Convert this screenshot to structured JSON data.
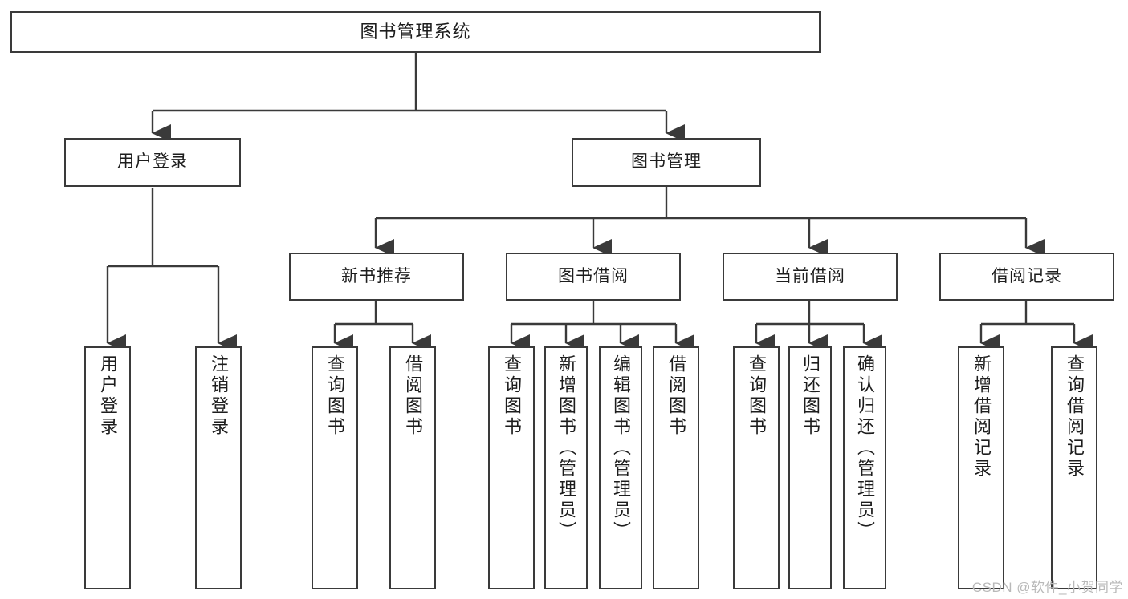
{
  "diagram": {
    "title": "图书管理系统",
    "watermark": "CSDN @软件_小贺同学",
    "colors": {
      "stroke": "#3a3a3a",
      "background": "#ffffff",
      "text": "#1d1d1d",
      "watermark": "#b9b9b9"
    },
    "root": {
      "label": "图书管理系统"
    },
    "level2": [
      {
        "label": "用户登录"
      },
      {
        "label": "图书管理"
      }
    ],
    "level3": [
      {
        "label": "新书推荐"
      },
      {
        "label": "图书借阅"
      },
      {
        "label": "当前借阅"
      },
      {
        "label": "借阅记录"
      }
    ],
    "leaves": {
      "user_login": [
        {
          "label": "用户登录"
        },
        {
          "label": "注销登录"
        }
      ],
      "new_book_recommend": [
        {
          "label": "查询图书"
        },
        {
          "label": "借阅图书"
        }
      ],
      "book_borrow": [
        {
          "label": "查询图书"
        },
        {
          "label": "新增图书（管理员）"
        },
        {
          "label": "编辑图书（管理员）"
        },
        {
          "label": "借阅图书"
        }
      ],
      "current_borrow": [
        {
          "label": "查询图书"
        },
        {
          "label": "归还图书"
        },
        {
          "label": "确认归还（管理员）"
        }
      ],
      "borrow_record": [
        {
          "label": "新增借阅记录"
        },
        {
          "label": "查询借阅记录"
        }
      ]
    }
  }
}
